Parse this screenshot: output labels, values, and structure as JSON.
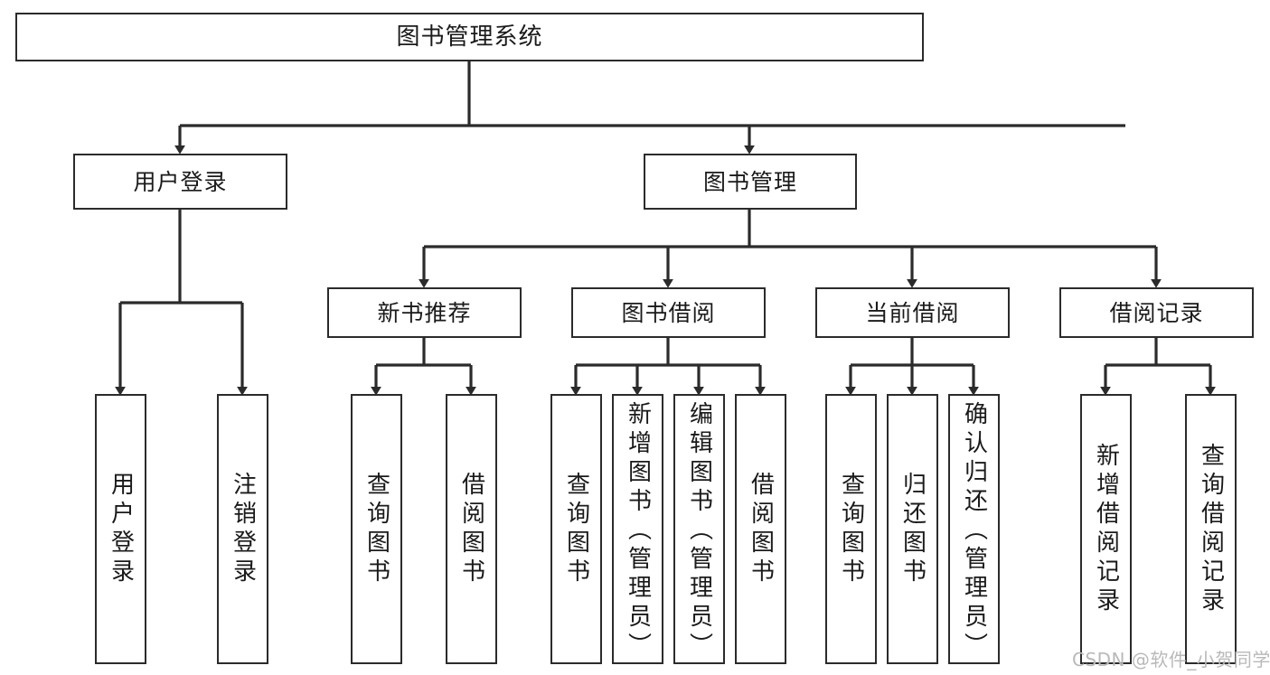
{
  "diagram": {
    "type": "tree",
    "title": "图书管理系统",
    "orientation": "top-down",
    "style": {
      "box_border": "#2b2b2b",
      "box_fill": "#ffffff",
      "line": "#2b2b2b",
      "text": "#1a1a1a"
    }
  },
  "root": {
    "label": "图书管理系统"
  },
  "level2": [
    {
      "label": "用户登录"
    },
    {
      "label": "图书管理"
    }
  ],
  "level3": [
    {
      "label": "新书推荐"
    },
    {
      "label": "图书借阅"
    },
    {
      "label": "当前借阅"
    },
    {
      "label": "借阅记录"
    }
  ],
  "leaves": {
    "user_login": [
      {
        "label": "用户登录"
      },
      {
        "label": "注销登录"
      }
    ],
    "new_book": [
      {
        "label": "查询图书"
      },
      {
        "label": "借阅图书"
      }
    ],
    "book_borrow": [
      {
        "label": "查询图书"
      },
      {
        "label": "新增图书（管理员）"
      },
      {
        "label": "编辑图书（管理员）"
      },
      {
        "label": "借阅图书"
      }
    ],
    "current_borrow": [
      {
        "label": "查询图书"
      },
      {
        "label": "归还图书"
      },
      {
        "label": "确认归还（管理员）"
      }
    ],
    "borrow_record": [
      {
        "label": "新增借阅记录"
      },
      {
        "label": "查询借阅记录"
      }
    ]
  },
  "watermark": {
    "text": "CSDN @软件_小贺同学"
  }
}
